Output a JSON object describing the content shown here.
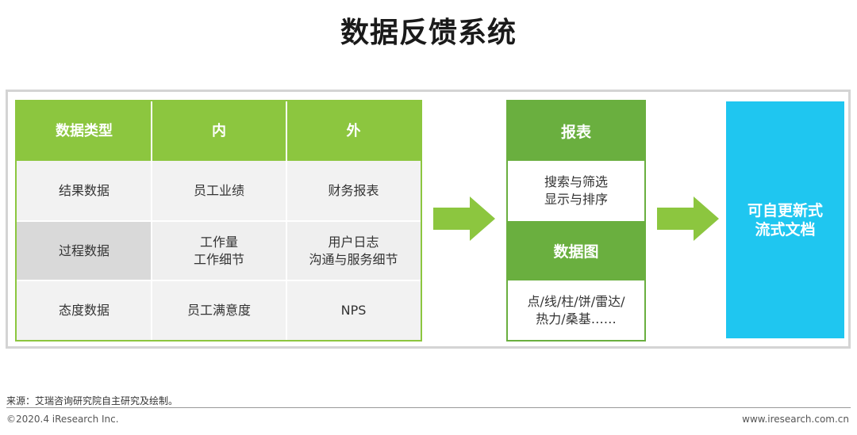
{
  "title": "数据反馈系统",
  "table": {
    "headers": [
      "数据类型",
      "内",
      "外"
    ],
    "rows": [
      [
        "结果数据",
        "员工业绩",
        "财务报表"
      ],
      [
        "过程数据",
        "工作量\n工作细节",
        "用户日志\n沟通与服务细节"
      ],
      [
        "态度数据",
        "员工满意度",
        "NPS"
      ]
    ]
  },
  "middle": {
    "report_header": "报表",
    "report_body": "搜索与筛选\n显示与排序",
    "chart_header": "数据图",
    "chart_body": "点/线/柱/饼/雷达/\n热力/桑基……"
  },
  "output": "可自更新式\n流式文档",
  "colors": {
    "table_green": "#8cc63f",
    "mid_green": "#6aaf3f",
    "arrow_green": "#8cc63f",
    "output_blue": "#1fc6f0"
  },
  "footer": {
    "source": "来源：艾瑞咨询研究院自主研究及绘制。",
    "copyright": "©2020.4 iResearch Inc.",
    "website": "www.iresearch.com.cn"
  }
}
